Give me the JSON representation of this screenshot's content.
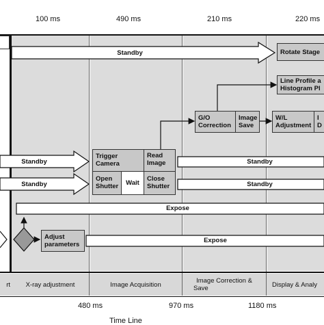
{
  "header": {
    "durations": [
      "100 ms",
      "490 ms",
      "210 ms",
      "220 ms"
    ]
  },
  "arrows": {
    "standby_top": "Standby",
    "standby_left_1": "Standby",
    "standby_left_2": "Standby",
    "standby_right_1": "Standby",
    "standby_right_2": "Standby",
    "expose_top": "Expose",
    "expose_bottom": "Expose"
  },
  "boxes": {
    "rotate_stage": "Rotate Stage",
    "line_profile": [
      "Line Profile a",
      "Histogram Pl"
    ],
    "go_correction": [
      "G/O",
      "Correction"
    ],
    "image_save": [
      "Image",
      "Save"
    ],
    "wl_adjustment": [
      "W/L",
      "Adjustment"
    ],
    "cut_box": [
      "I",
      "D"
    ],
    "trigger_camera": [
      "Trigger",
      "Camera"
    ],
    "read_image": [
      "Read",
      "Image"
    ],
    "open_shutter": [
      "Open",
      "Shutter"
    ],
    "wait": "Wait",
    "close_shutter": [
      "Close",
      "Shutter"
    ],
    "adjust_parameters": [
      "Adjust",
      "parameters"
    ]
  },
  "phases": {
    "start_cut": "rt",
    "xray_adjustment": "X-ray adjustment",
    "image_acquisition": "Image Acquisition",
    "image_correction": [
      "Image Correction &",
      "Save"
    ],
    "display_analysis": "Display & Analy"
  },
  "timeline": {
    "ticks": [
      "480 ms",
      "970 ms",
      "1180 ms"
    ],
    "label": "Time Line"
  }
}
